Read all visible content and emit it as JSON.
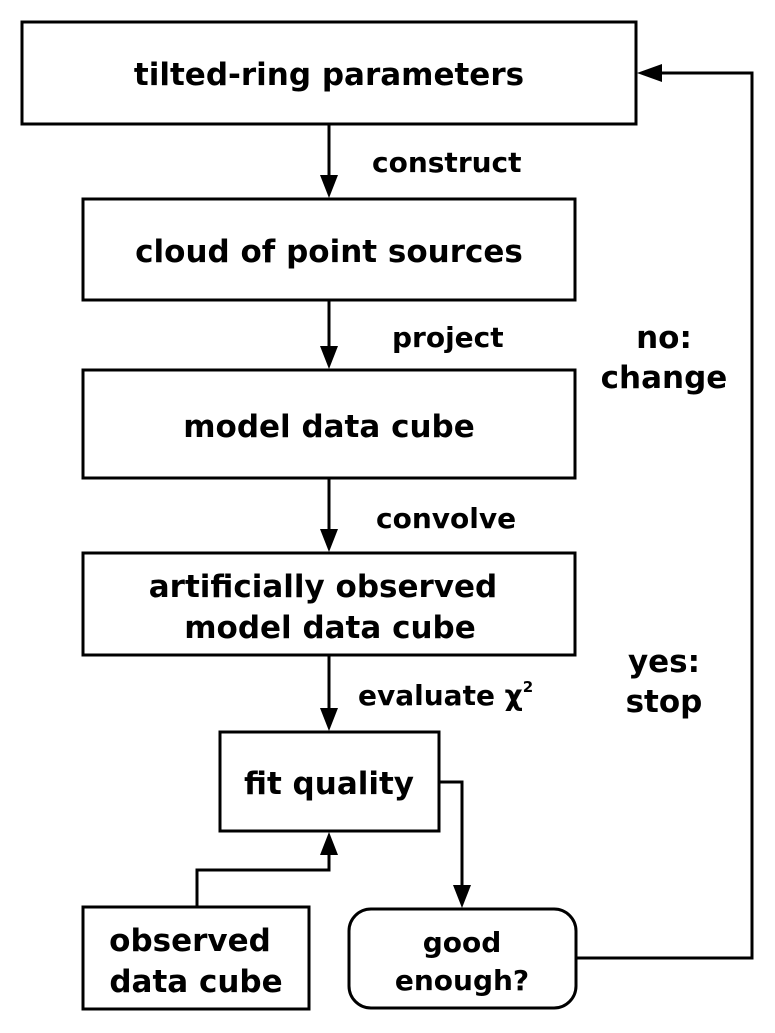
{
  "nodes": {
    "tilted_ring": {
      "label": "tilted-ring parameters"
    },
    "point_cloud": {
      "label": "cloud of point sources"
    },
    "model_cube": {
      "label": "model data cube"
    },
    "observed_model": {
      "line1": "artificially observed",
      "line2": "model data cube"
    },
    "fit_quality": {
      "label": "fit quality"
    },
    "observed_cube": {
      "line1": "observed",
      "line2": "data cube"
    },
    "good_enough": {
      "line1": "good",
      "line2": "enough?"
    }
  },
  "edges": {
    "construct": "construct",
    "project": "project",
    "convolve": "convolve",
    "evaluate": "evaluate χ",
    "evaluate_sup": "2",
    "no_1": "no:",
    "no_2": "change",
    "yes_1": "yes:",
    "yes_2": "stop"
  }
}
